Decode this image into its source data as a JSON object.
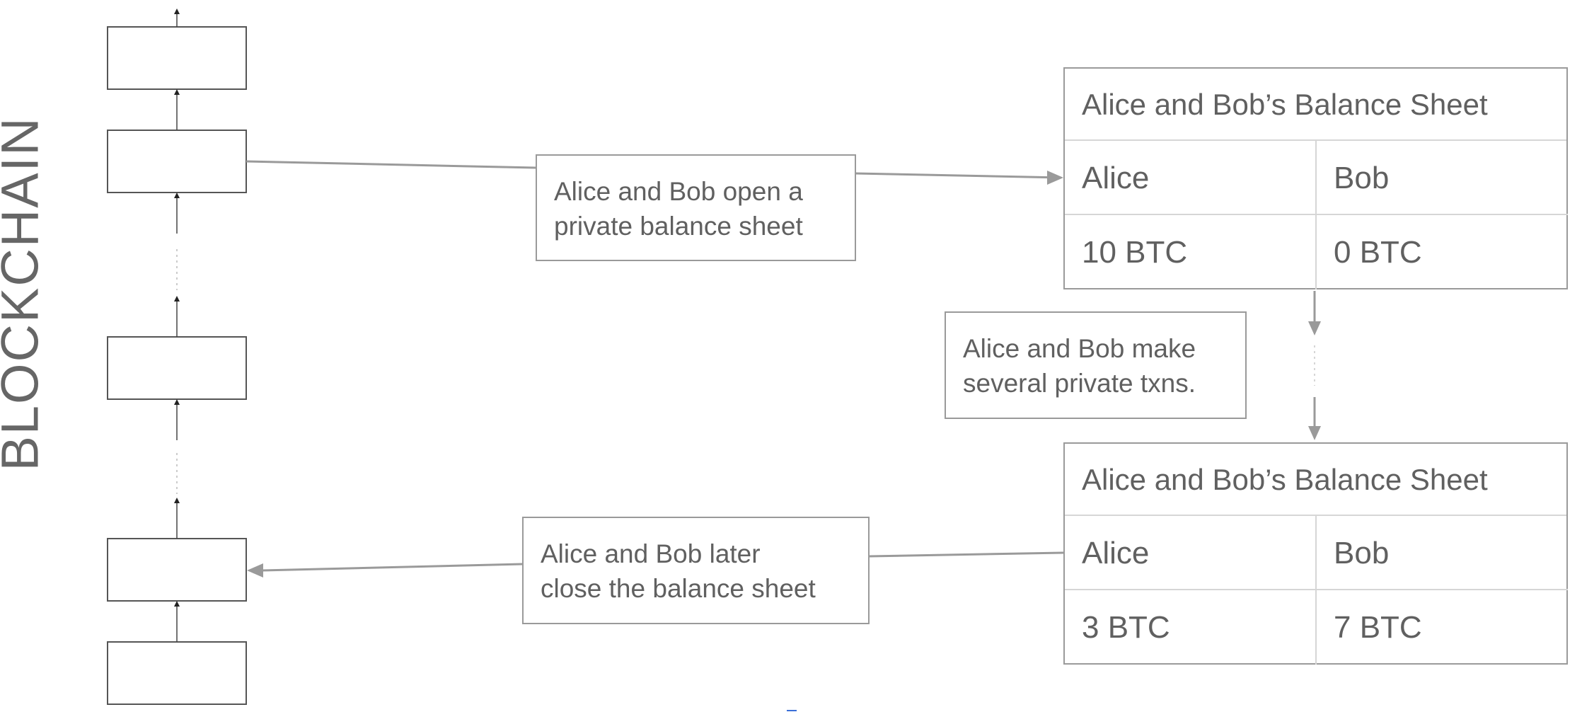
{
  "side_title": "BLOCKCHAIN",
  "notes": {
    "open": [
      "Alice and Bob open a",
      "private balance sheet"
    ],
    "transact": [
      "Alice and Bob make",
      "several private txns."
    ],
    "close": [
      "Alice and Bob later",
      "close the balance sheet"
    ]
  },
  "sheets": [
    {
      "title": "Alice and Bob’s Balance Sheet",
      "headers": [
        "Alice",
        "Bob"
      ],
      "balances": [
        "10 BTC",
        "0 BTC"
      ]
    },
    {
      "title": "Alice and Bob’s Balance Sheet",
      "headers": [
        "Alice",
        "Bob"
      ],
      "balances": [
        "3 BTC",
        "7 BTC"
      ]
    }
  ],
  "colors": {
    "text": "#606060",
    "box_border": "#9a9a9a",
    "block_border": "#555555",
    "arrow": "#9a9a9a",
    "grid_line": "#d6d6d6"
  }
}
